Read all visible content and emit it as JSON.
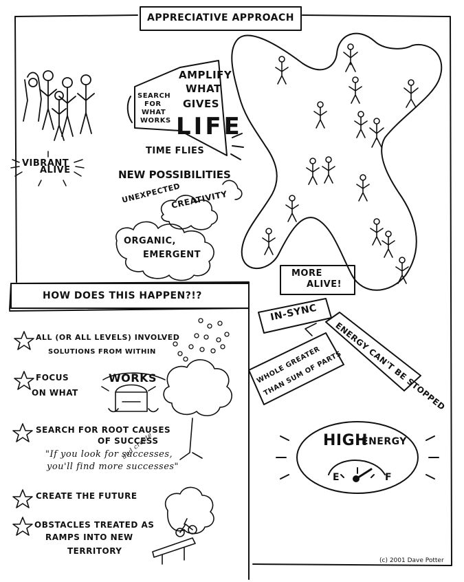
{
  "title": "APPRECIATIVE APPROACH",
  "top_left": {
    "vibrant": "VIBRANT",
    "alive": "ALIVE",
    "megaphone": {
      "search": [
        "SEARCH",
        "FOR",
        "WHAT",
        "WORKS"
      ],
      "amplify": [
        "AMPLIFY",
        "WHAT",
        "GIVES"
      ],
      "life": "LIFE"
    },
    "time_flies": "TIME FLIES",
    "new_possibilities": "NEW POSSIBILITIES",
    "unexpected": "UNEXPECTED",
    "creativity": "CREATIVITY",
    "organic": "ORGANIC,",
    "emergent": "EMERGENT"
  },
  "right": {
    "more_alive": [
      "MORE",
      "ALIVE!"
    ],
    "in_sync": "IN-SYNC",
    "energy_cant_be_stopped": "ENERGY CAN'T BE STOPPED",
    "whole_greater": [
      "WHOLE GREATER",
      "THAN SUM OF PARTS"
    ],
    "high": "HIGH",
    "energy": "ENERGY",
    "gauge_e": "E",
    "gauge_f": "F"
  },
  "how": {
    "title": "HOW DOES THIS HAPPEN?!?",
    "item1_line1": "ALL (OR ALL LEVELS) INVOLVED",
    "item1_line2": "SOLUTIONS FROM WITHIN",
    "item2_line1": "FOCUS",
    "item2_line2": "ON WHAT",
    "works": "WORKS",
    "item3_line1": "SEARCH FOR ROOT CAUSES",
    "item3_line2": "OF SUCCESS",
    "quote_line1": "\"If you look for successes,",
    "quote_line2": "you'll find more successes\"",
    "quote_insert": "and create",
    "item4": "CREATE THE FUTURE",
    "item5_line1": "OBSTACLES TREATED AS",
    "item5_line2": "RAMPS INTO NEW",
    "item5_line3": "TERRITORY"
  },
  "copyright": "(c) 2001 Dave Potter"
}
